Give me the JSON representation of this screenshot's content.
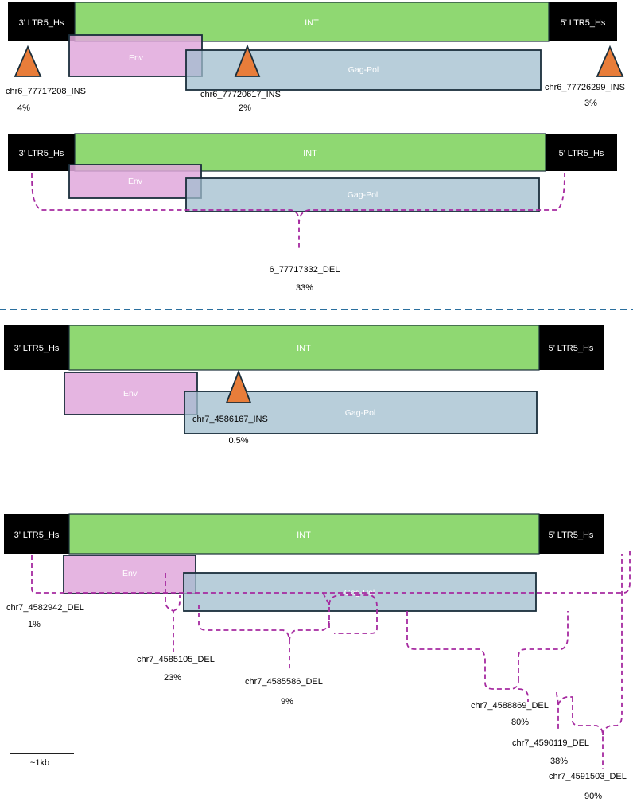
{
  "labels": {
    "ltr3": "3’ LTR5_Hs",
    "ltr5": "5’ LTR5_Hs",
    "int": "INT",
    "env": "Env",
    "gagpol": "Gag-Pol",
    "scale": "~1kb"
  },
  "panel1": {
    "ins1": {
      "id": "chr6_77717208_INS",
      "pct": "4%"
    },
    "ins2": {
      "id": "chr6_77720617_INS",
      "pct": "2%"
    },
    "ins3": {
      "id": "chr6_77726299_INS",
      "pct": "3%"
    }
  },
  "panel2": {
    "del1": {
      "id": "6_77717332_DEL",
      "pct": "33%"
    }
  },
  "panel3": {
    "ins1": {
      "id": "chr7_4586167_INS",
      "pct": "0.5%"
    }
  },
  "panel4": {
    "del1": {
      "id": "chr7_4582942_DEL",
      "pct": "1%"
    },
    "del2": {
      "id": "chr7_4585105_DEL",
      "pct": "23%"
    },
    "del3": {
      "id": "chr7_4585586_DEL",
      "pct": "9%"
    },
    "del4": {
      "id": "chr7_4588869_DEL",
      "pct": "80%"
    },
    "del5": {
      "id": "chr7_4590119_DEL",
      "pct": "38%"
    },
    "del6": {
      "id": "chr7_4591503_DEL",
      "pct": "90%"
    }
  },
  "colors": {
    "ltr": "#000000",
    "int": "#8fd872",
    "env": "#e0a8dc",
    "gagpol": "#a0becd",
    "insertion": "#e87d3a",
    "deletion": "#a62aa0",
    "separator": "#2a6f9e"
  }
}
